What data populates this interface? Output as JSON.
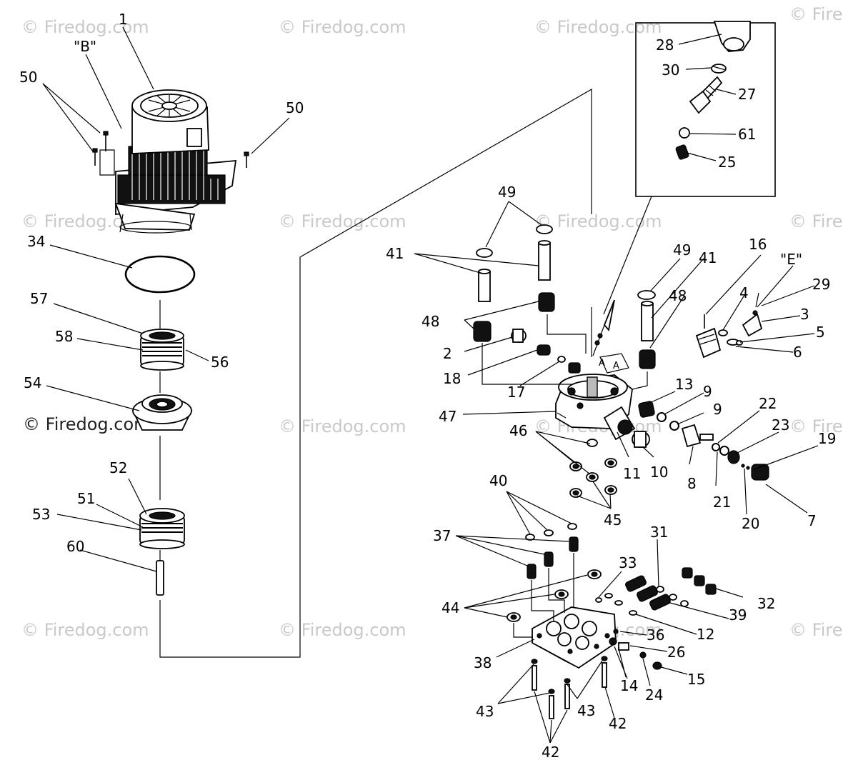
{
  "watermark": {
    "text": "© Firedog.com"
  },
  "callout_labels": [
    {
      "id": "1",
      "text": "1"
    },
    {
      "id": "B",
      "text": "\"B\""
    },
    {
      "id": "50a",
      "text": "50"
    },
    {
      "id": "50b",
      "text": "50"
    },
    {
      "id": "34",
      "text": "34"
    },
    {
      "id": "57",
      "text": "57"
    },
    {
      "id": "58",
      "text": "58"
    },
    {
      "id": "56",
      "text": "56"
    },
    {
      "id": "54",
      "text": "54"
    },
    {
      "id": "52",
      "text": "52"
    },
    {
      "id": "51",
      "text": "51"
    },
    {
      "id": "53",
      "text": "53"
    },
    {
      "id": "60",
      "text": "60"
    },
    {
      "id": "28",
      "text": "28"
    },
    {
      "id": "30",
      "text": "30"
    },
    {
      "id": "27",
      "text": "27"
    },
    {
      "id": "61",
      "text": "61"
    },
    {
      "id": "25",
      "text": "25"
    },
    {
      "id": "49a",
      "text": "49"
    },
    {
      "id": "41a",
      "text": "41"
    },
    {
      "id": "48a",
      "text": "48"
    },
    {
      "id": "2",
      "text": "2"
    },
    {
      "id": "18",
      "text": "18"
    },
    {
      "id": "17",
      "text": "17"
    },
    {
      "id": "47",
      "text": "47"
    },
    {
      "id": "46",
      "text": "46"
    },
    {
      "id": "49b",
      "text": "49"
    },
    {
      "id": "41b",
      "text": "41"
    },
    {
      "id": "48b",
      "text": "48"
    },
    {
      "id": "16",
      "text": "16"
    },
    {
      "id": "E",
      "text": "\"E\""
    },
    {
      "id": "4",
      "text": "4"
    },
    {
      "id": "29",
      "text": "29"
    },
    {
      "id": "3",
      "text": "3"
    },
    {
      "id": "5",
      "text": "5"
    },
    {
      "id": "6",
      "text": "6"
    },
    {
      "id": "13",
      "text": "13"
    },
    {
      "id": "9a",
      "text": "9"
    },
    {
      "id": "9b",
      "text": "9"
    },
    {
      "id": "22",
      "text": "22"
    },
    {
      "id": "23",
      "text": "23"
    },
    {
      "id": "19",
      "text": "19"
    },
    {
      "id": "11",
      "text": "11"
    },
    {
      "id": "10",
      "text": "10"
    },
    {
      "id": "8",
      "text": "8"
    },
    {
      "id": "21",
      "text": "21"
    },
    {
      "id": "20",
      "text": "20"
    },
    {
      "id": "7",
      "text": "7"
    },
    {
      "id": "45",
      "text": "45"
    },
    {
      "id": "40",
      "text": "40"
    },
    {
      "id": "31",
      "text": "31"
    },
    {
      "id": "37",
      "text": "37"
    },
    {
      "id": "33",
      "text": "33"
    },
    {
      "id": "32",
      "text": "32"
    },
    {
      "id": "44",
      "text": "44"
    },
    {
      "id": "39",
      "text": "39"
    },
    {
      "id": "12",
      "text": "12"
    },
    {
      "id": "36",
      "text": "36"
    },
    {
      "id": "38",
      "text": "38"
    },
    {
      "id": "26",
      "text": "26"
    },
    {
      "id": "15",
      "text": "15"
    },
    {
      "id": "14",
      "text": "14"
    },
    {
      "id": "24",
      "text": "24"
    },
    {
      "id": "43a",
      "text": "43"
    },
    {
      "id": "43b",
      "text": "43"
    },
    {
      "id": "42a",
      "text": "42"
    },
    {
      "id": "42b",
      "text": "42"
    },
    {
      "id": "A1",
      "text": "A"
    },
    {
      "id": "A2",
      "text": "A"
    }
  ]
}
